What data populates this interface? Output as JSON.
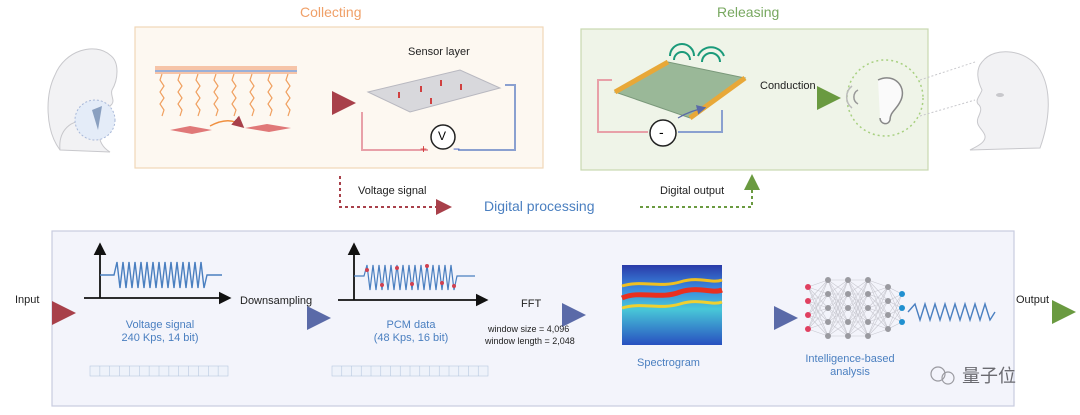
{
  "top": {
    "collecting_title": "Collecting",
    "releasing_title": "Releasing",
    "sensor_layer_label": "Sensor layer",
    "voltmeter_symbol": "V",
    "plus_sign": "+",
    "minus_sign": "−",
    "source_symbol": "-",
    "conduction_label": "Conduction",
    "voltage_signal_label": "Voltage signal",
    "digital_output_label": "Digital output",
    "digital_processing_label": "Digital processing"
  },
  "bottom": {
    "input_label": "Input",
    "output_label": "Output",
    "downsampling_label": "Downsampling",
    "fft_label": "FFT",
    "fft_window_size": "window size = 4,096",
    "fft_window_length": "window length = 2,048",
    "voltage_signal_title": "Voltage signal",
    "voltage_signal_spec": "240 Kps, 14 bit)",
    "pcm_title": "PCM data",
    "pcm_spec": "(48 Kps, 16 bit)",
    "spectrogram_label": "Spectrogram",
    "analysis_label_1": "Intelligence-based",
    "analysis_label_2": "analysis"
  },
  "watermark": {
    "text": "量子位"
  },
  "colors": {
    "collecting": "#f0a068",
    "releasing": "#78a860",
    "processing": "#4a7fc0",
    "input_arrow": "#a8404a",
    "output_arrow": "#6a9a40",
    "panel_blue": "#eef0f8"
  }
}
